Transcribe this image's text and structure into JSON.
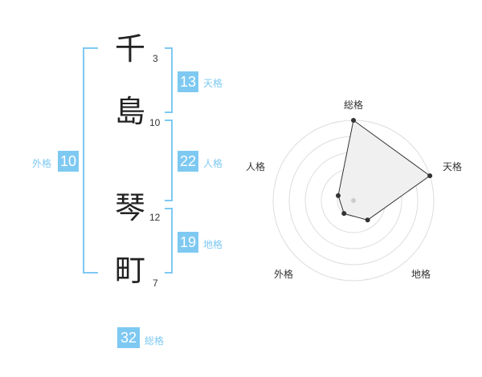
{
  "theme": {
    "accent": "#7ec9f2",
    "bracket": "#7ec9f2",
    "text": "#222222",
    "fill": "#f2f2f2",
    "ring": "#dddddd"
  },
  "name": {
    "chars": [
      {
        "char": "千",
        "strokes": "3"
      },
      {
        "char": "島",
        "strokes": "10"
      },
      {
        "char": "琴",
        "strokes": "12"
      },
      {
        "char": "町",
        "strokes": "7"
      }
    ]
  },
  "fortunes": {
    "tenkaku": {
      "value": "13",
      "label": "天格"
    },
    "jinkaku": {
      "value": "22",
      "label": "人格"
    },
    "chikaku": {
      "value": "19",
      "label": "地格"
    },
    "gaikaku": {
      "value": "10",
      "label": "外格"
    },
    "soukaku": {
      "value": "32",
      "label": "総格"
    }
  },
  "chart_data": {
    "type": "radar",
    "axes": [
      "総格",
      "天格",
      "地格",
      "外格",
      "人格"
    ],
    "values": [
      5,
      5,
      1.5,
      1,
      1
    ],
    "rmax": 5,
    "rings": 5
  }
}
